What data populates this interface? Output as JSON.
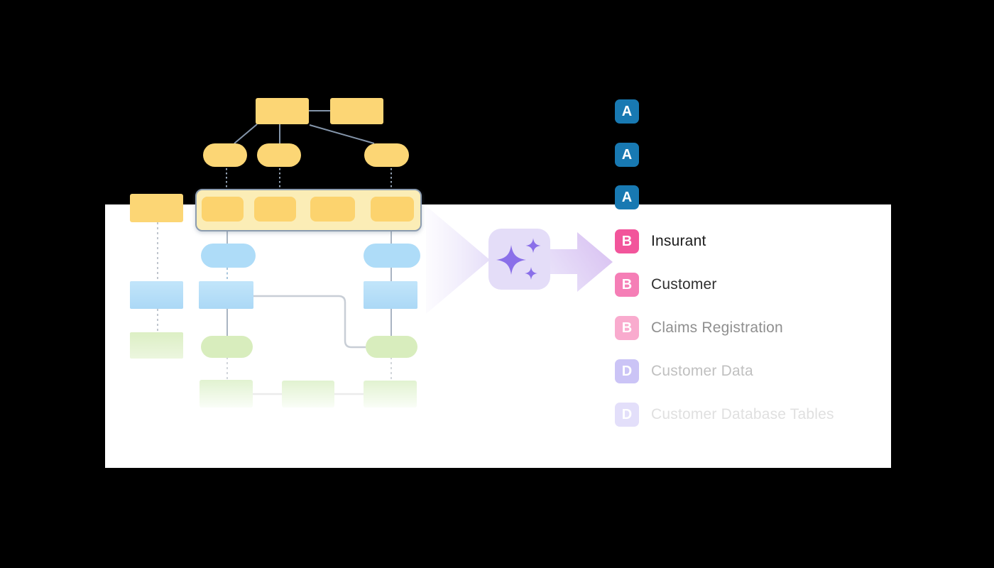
{
  "page": {
    "background": "#000000",
    "card_background": "#ffffff"
  },
  "ai_panel": {
    "icon": "sparkles-icon",
    "icon_color": "#8a6fe9",
    "panel_color": "#e4ddf8",
    "funnel_color": "#e4dcf8",
    "arrow_color": "#d8c0f1"
  },
  "diagram": {
    "colors": {
      "yellow": "#fcd675",
      "yellow_container": "#fbedb6",
      "blue": "#aedcf8",
      "green": "#d8edbd",
      "green_faded": "#e7f4d8",
      "connector_dark": "#8495aa",
      "connector_light": "#c8ced6"
    }
  },
  "list": {
    "items": [
      {
        "type": "application",
        "badge": "A",
        "badge_color": "#1879b2",
        "label": "",
        "label_color": "#1c1c1c"
      },
      {
        "type": "application",
        "badge": "A",
        "badge_color": "#1879b2",
        "label": "",
        "label_color": "#1c1c1c"
      },
      {
        "type": "application",
        "badge": "A",
        "badge_color": "#1879b2",
        "label": "",
        "label_color": "#1c1c1c"
      },
      {
        "type": "business",
        "badge": "B",
        "badge_color": "#f2559b",
        "label": "Insurant",
        "label_color": "#1c1c1c"
      },
      {
        "type": "business",
        "badge": "B",
        "badge_color": "#f57eb6",
        "label": "Customer",
        "label_color": "#303030"
      },
      {
        "type": "business",
        "badge": "B",
        "badge_color": "#f9abce",
        "label": "Claims Registration",
        "label_color": "#8f8f8f"
      },
      {
        "type": "data",
        "badge": "D",
        "badge_color": "#cbc4f6",
        "label": "Customer Data",
        "label_color": "#c0c0c0"
      },
      {
        "type": "data",
        "badge": "D",
        "badge_color": "#e3dffa",
        "label": "Customer Database Tables",
        "label_color": "#e0e0e0"
      }
    ]
  }
}
